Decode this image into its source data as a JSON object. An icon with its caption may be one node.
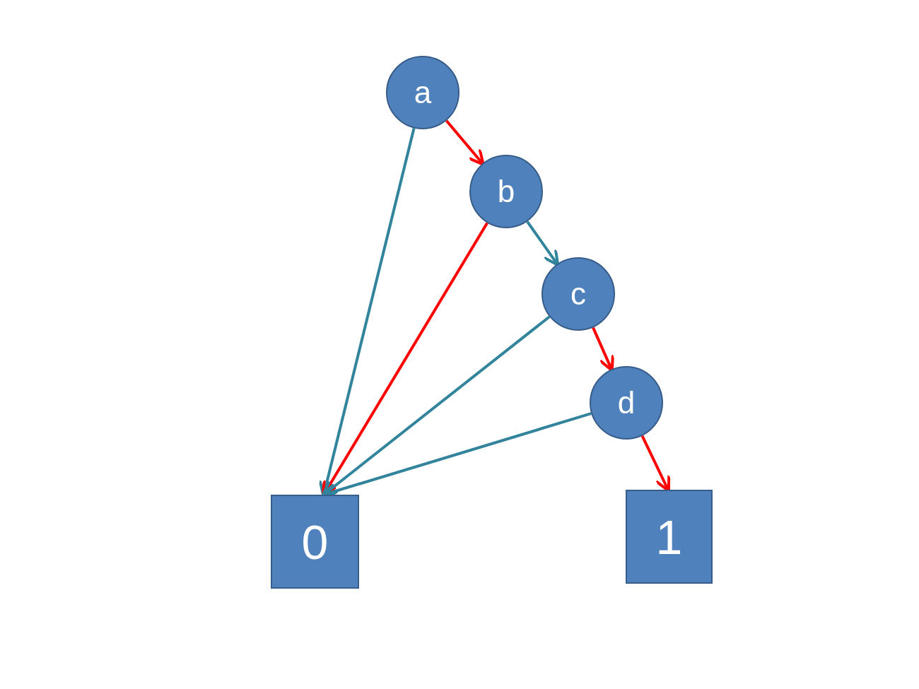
{
  "diagram": {
    "nodes": [
      {
        "text": [
          "a"
        ]
      },
      {
        "text": [
          "b"
        ]
      },
      {
        "text": [
          "c"
        ]
      },
      {
        "text": [
          "d"
        ]
      },
      {
        "text": [
          "0"
        ]
      },
      {
        "text": [
          "1"
        ]
      }
    ],
    "edges": [
      {
        "from": 0,
        "to": 1,
        "arrow": "to",
        "color": "#ff0000"
      },
      {
        "from": 0,
        "to": 4,
        "arrow": "to",
        "color": "#31849b"
      },
      {
        "from": 1,
        "to": 2,
        "arrow": "to",
        "color": "#31849b"
      },
      {
        "from": 1,
        "to": 4,
        "arrow": "to",
        "color": "#ff0000"
      },
      {
        "from": 2,
        "to": 3,
        "arrow": "to",
        "color": "#ff0000"
      },
      {
        "from": 2,
        "to": 4,
        "arrow": "to",
        "color": "#31849b"
      },
      {
        "from": 3,
        "to": 5,
        "arrow": "to",
        "color": "#ff0000"
      },
      {
        "from": 3,
        "to": 4,
        "arrow": "to",
        "color": "#31849b"
      }
    ]
  }
}
